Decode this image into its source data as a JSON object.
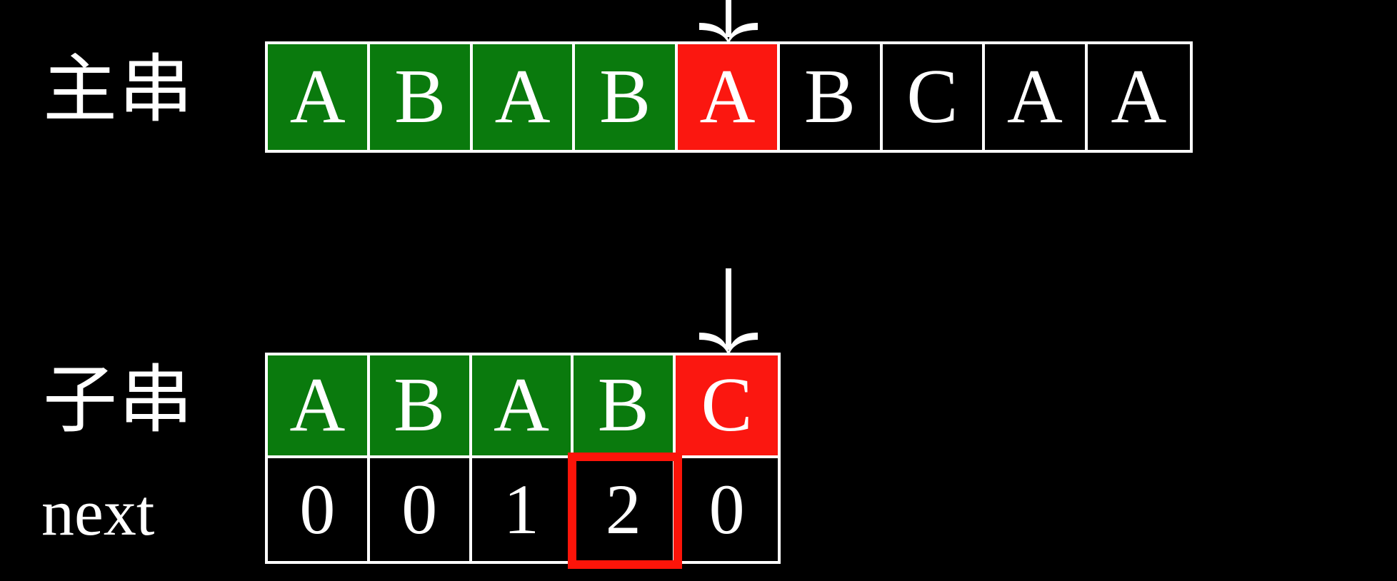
{
  "background_color": "#000000",
  "colors": {
    "match_green": "#0a7a0d",
    "mismatch_red": "#fb1710",
    "highlight_red": "#fc1409",
    "border_white": "#ffffff",
    "text_white": "#ffffff"
  },
  "labels": {
    "main_string": "主串",
    "sub_string": "子串",
    "next_array": "next"
  },
  "main_string": {
    "cells": [
      {
        "char": "A",
        "state": "matched"
      },
      {
        "char": "B",
        "state": "matched"
      },
      {
        "char": "A",
        "state": "matched"
      },
      {
        "char": "B",
        "state": "matched"
      },
      {
        "char": "A",
        "state": "mismatch"
      },
      {
        "char": "B",
        "state": "plain"
      },
      {
        "char": "C",
        "state": "plain"
      },
      {
        "char": "A",
        "state": "plain"
      },
      {
        "char": "A",
        "state": "plain"
      }
    ],
    "pointer_index": 4
  },
  "sub_string": {
    "cells": [
      {
        "char": "A",
        "state": "matched"
      },
      {
        "char": "B",
        "state": "matched"
      },
      {
        "char": "A",
        "state": "matched"
      },
      {
        "char": "B",
        "state": "matched"
      },
      {
        "char": "C",
        "state": "mismatch"
      }
    ],
    "pointer_index": 4
  },
  "next_array": {
    "values": [
      "0",
      "0",
      "1",
      "2",
      "0"
    ],
    "highlighted_index": 3
  },
  "arrows": {
    "main_pointer": "down-arrow-icon",
    "sub_pointer": "down-arrow-icon"
  }
}
